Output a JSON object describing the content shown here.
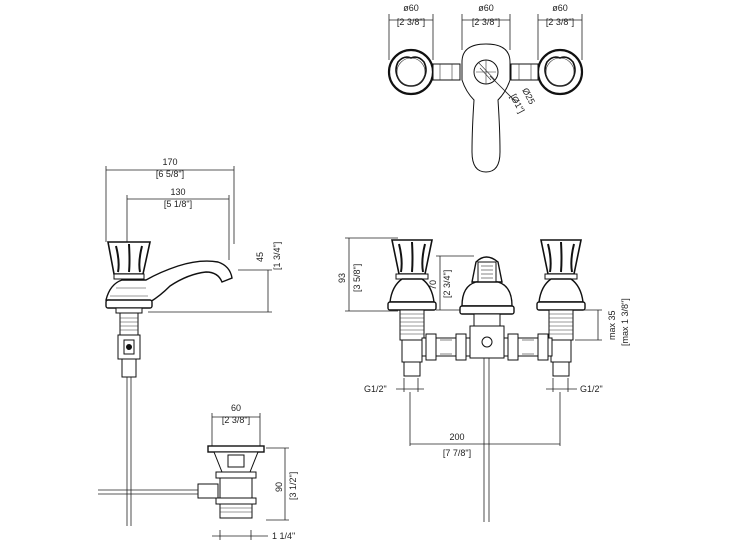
{
  "dimensions": {
    "top_left_handle": {
      "metric": "ø60",
      "imperial": "[2 3/8\"]"
    },
    "top_center_handle": {
      "metric": "ø60",
      "imperial": "[2 3/8\"]"
    },
    "top_right_handle": {
      "metric": "ø60",
      "imperial": "[2 3/8\"]"
    },
    "top_lever_diameter": {
      "metric": "Ø25",
      "imperial": "[Ø1\"]"
    },
    "side_overall_width": {
      "metric": "170",
      "imperial": "[6 5/8\"]"
    },
    "side_spout_reach": {
      "metric": "130",
      "imperial": "[5 1/8\"]"
    },
    "side_height": {
      "metric": "45",
      "imperial": "[1 3/4\"]"
    },
    "drain_width": {
      "metric": "60",
      "imperial": "[2 3/8\"]"
    },
    "drain_height": {
      "metric": "90",
      "imperial": "[3 1/2\"]"
    },
    "drain_thread": {
      "label": "1 1/4\""
    },
    "front_height": {
      "metric": "93",
      "imperial": "[3 5/8\"]"
    },
    "front_spout_height": {
      "metric": "70",
      "imperial": "[2 3/4\"]"
    },
    "front_max": {
      "metric": "max 35",
      "imperial": "[max 1 3/8\"]"
    },
    "front_thread_left": {
      "label": "G1/2\""
    },
    "front_thread_right": {
      "label": "G1/2\""
    },
    "front_centers": {
      "metric": "200",
      "imperial": "[7 7/8\"]"
    }
  }
}
